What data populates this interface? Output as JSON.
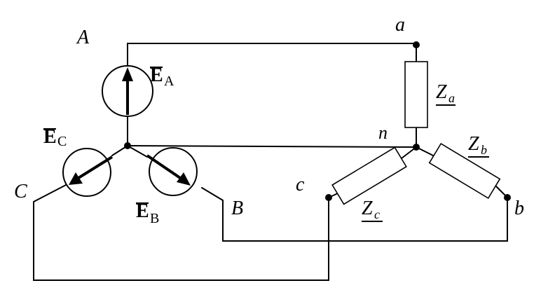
{
  "nodes": {
    "A": "A",
    "B": "B",
    "C": "C",
    "a": "a",
    "b": "b",
    "c": "c",
    "n": "n"
  },
  "sources": {
    "EA": {
      "symbol": "E",
      "sub": "A"
    },
    "EB": {
      "symbol": "E",
      "sub": "B"
    },
    "EC": {
      "symbol": "E",
      "sub": "C"
    }
  },
  "loads": {
    "Za": {
      "symbol": "Z",
      "sub": "a"
    },
    "Zb": {
      "symbol": "Z",
      "sub": "b"
    },
    "Zc": {
      "symbol": "Z",
      "sub": "c"
    }
  }
}
